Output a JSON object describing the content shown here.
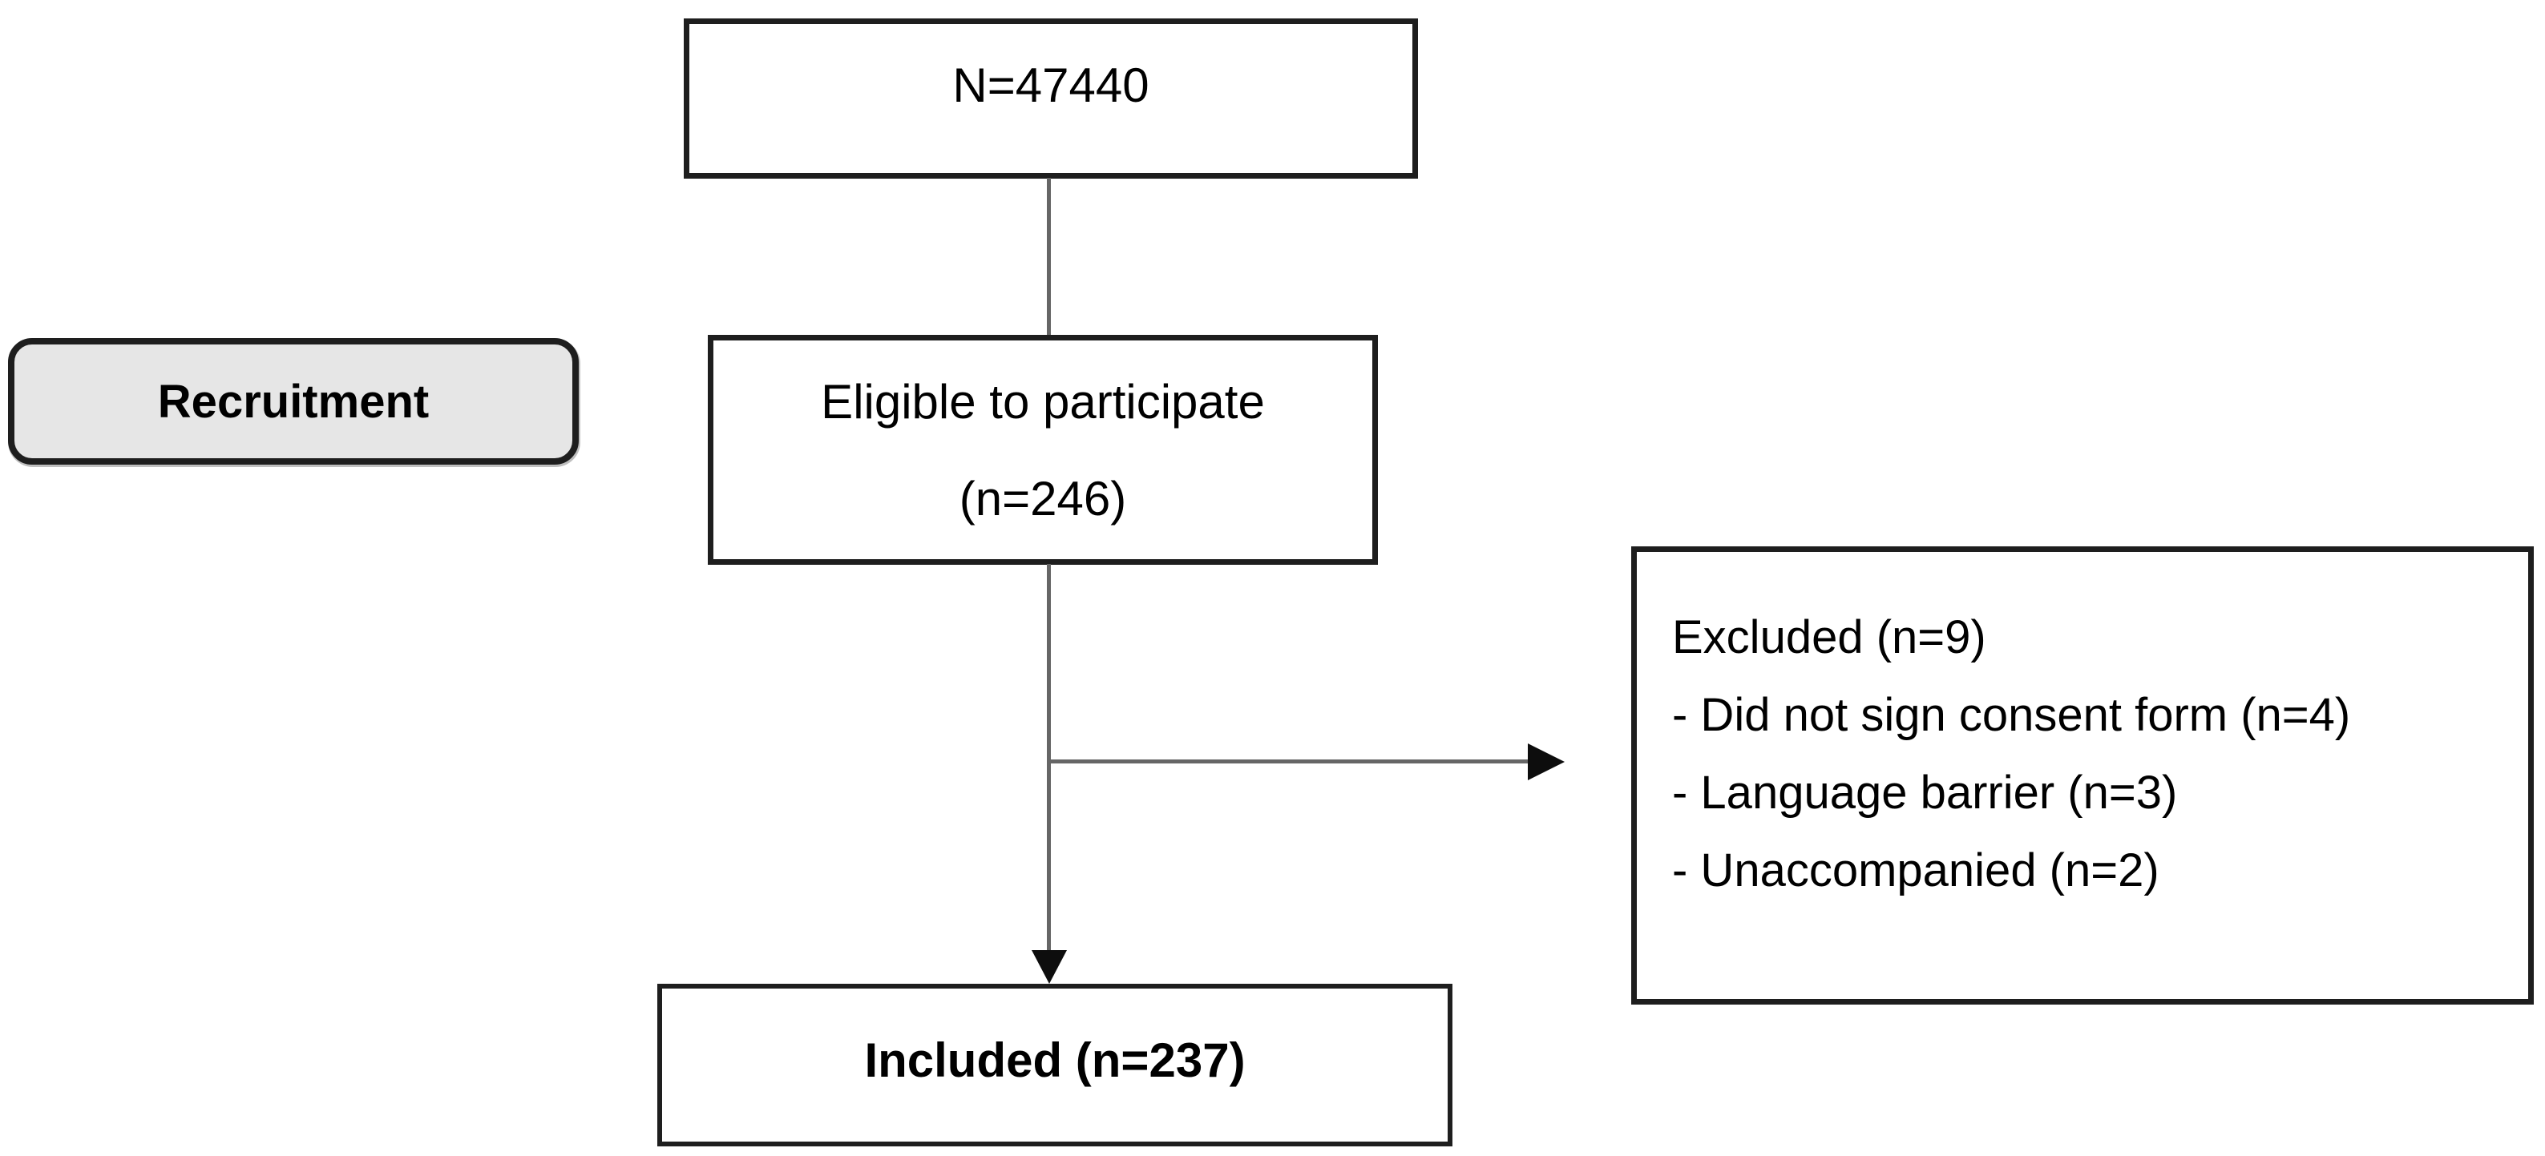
{
  "diagram": {
    "stage_label": "Recruitment",
    "total": {
      "text": "N=47440"
    },
    "eligible": {
      "line1": "Eligible to participate",
      "line2": "(n=246)"
    },
    "excluded": {
      "title": "Excluded (n=9)",
      "items": [
        "- Did not sign consent form (n=4)",
        "- Language barrier (n=3)",
        "- Unaccompanied (n=2)"
      ]
    },
    "included": {
      "text": "Included (n=237)"
    },
    "colors": {
      "background": "#ffffff",
      "node_border": "#1e1e1e",
      "node_fill": "#ffffff",
      "stage_fill": "#e6e6e6",
      "connector": "#666666",
      "arrowhead": "#0d0d0d",
      "text": "#000000"
    }
  }
}
